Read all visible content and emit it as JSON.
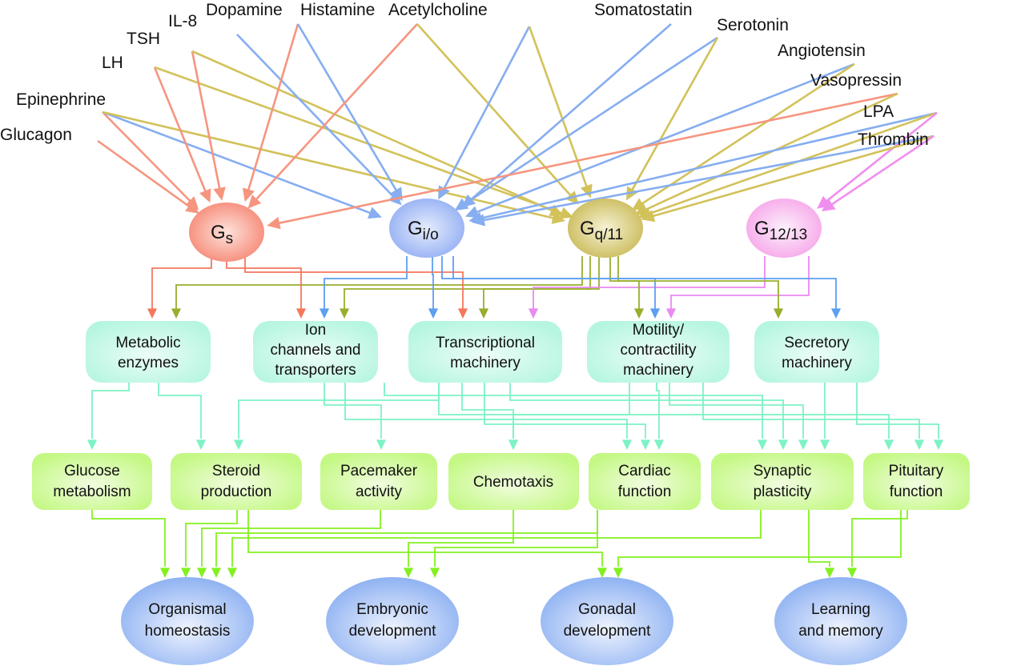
{
  "title": "G protein-coupled receptor signaling network",
  "colors": {
    "gs": "#f6957f",
    "gio": "#86aef0",
    "gq": "#d2c25a",
    "g1213": "#f08ef0",
    "gs_out": "#f4785c",
    "gio_out": "#5d9ff0",
    "gq_out": "#98ae2c",
    "g1213_out": "#e88af0",
    "effector_link": "#7df2c4",
    "process_link": "#84f020"
  },
  "ligands": [
    {
      "id": "glucagon",
      "label": "Glucagon",
      "targets": [
        "gs"
      ]
    },
    {
      "id": "epinephrine",
      "label": "Epinephrine",
      "targets": [
        "gs",
        "gio",
        "gq"
      ]
    },
    {
      "id": "lh",
      "label": "LH",
      "targets": [
        "gs",
        "gq"
      ]
    },
    {
      "id": "tsh",
      "label": "TSH",
      "targets": [
        "gs",
        "gq"
      ]
    },
    {
      "id": "il8",
      "label": "IL-8",
      "targets": [
        "gio"
      ]
    },
    {
      "id": "dopamine",
      "label": "Dopamine",
      "targets": [
        "gs",
        "gio"
      ]
    },
    {
      "id": "histamine",
      "label": "Histamine",
      "targets": [
        "gs",
        "gq"
      ]
    },
    {
      "id": "acetylcholine",
      "label": "Acetylcholine",
      "targets": [
        "gio",
        "gq"
      ]
    },
    {
      "id": "somatostatin",
      "label": "Somatostatin",
      "targets": [
        "gio"
      ]
    },
    {
      "id": "serotonin",
      "label": "Serotonin",
      "targets": [
        "gio",
        "gq"
      ]
    },
    {
      "id": "angiotensin",
      "label": "Angiotensin",
      "targets": [
        "gio",
        "gq"
      ]
    },
    {
      "id": "vasopressin",
      "label": "Vasopressin",
      "targets": [
        "gs",
        "gq"
      ]
    },
    {
      "id": "lpa",
      "label": "LPA",
      "targets": [
        "gio",
        "gq",
        "g1213"
      ]
    },
    {
      "id": "thrombin",
      "label": "Thrombin",
      "targets": [
        "gio",
        "gq",
        "g1213"
      ]
    }
  ],
  "g_proteins": [
    {
      "id": "gs",
      "main": "G",
      "sub": "s"
    },
    {
      "id": "gio",
      "main": "G",
      "sub": "i/o"
    },
    {
      "id": "gq",
      "main": "G",
      "sub": "q/11"
    },
    {
      "id": "g1213",
      "main": "G",
      "sub": "12/13"
    }
  ],
  "effectors": [
    {
      "id": "metabolic",
      "lines": [
        "Metabolic",
        "enzymes"
      ],
      "inputs": [
        "gs",
        "gq"
      ]
    },
    {
      "id": "ion",
      "lines": [
        "Ion",
        "channels and",
        "transporters"
      ],
      "inputs": [
        "gs",
        "gio",
        "gq"
      ]
    },
    {
      "id": "transcriptional",
      "lines": [
        "Transcriptional",
        "machinery"
      ],
      "inputs": [
        "gio",
        "gs",
        "gq",
        "g1213"
      ]
    },
    {
      "id": "motility",
      "lines": [
        "Motility/",
        "contractility",
        "machinery"
      ],
      "inputs": [
        "gq",
        "gio",
        "g1213"
      ]
    },
    {
      "id": "secretory",
      "lines": [
        "Secretory",
        "machinery"
      ],
      "inputs": [
        "gq",
        "gio"
      ]
    }
  ],
  "processes": [
    {
      "id": "glucose",
      "lines": [
        "Glucose",
        "metabolism"
      ],
      "inputs": [
        "metabolic"
      ]
    },
    {
      "id": "steroid",
      "lines": [
        "Steroid",
        "production"
      ],
      "inputs": [
        "metabolic",
        "transcriptional"
      ]
    },
    {
      "id": "pacemaker",
      "lines": [
        "Pacemaker",
        "activity"
      ],
      "inputs": [
        "ion"
      ]
    },
    {
      "id": "chemotaxis",
      "lines": [
        "Chemotaxis"
      ],
      "inputs": [
        "transcriptional",
        "motility"
      ]
    },
    {
      "id": "cardiac",
      "lines": [
        "Cardiac",
        "function"
      ],
      "inputs": [
        "ion",
        "transcriptional",
        "motility"
      ]
    },
    {
      "id": "synaptic",
      "lines": [
        "Synaptic",
        "plasticity"
      ],
      "inputs": [
        "ion",
        "transcriptional",
        "motility",
        "secretory"
      ]
    },
    {
      "id": "pituitary",
      "lines": [
        "Pituitary",
        "function"
      ],
      "inputs": [
        "transcriptional",
        "motility",
        "secretory"
      ]
    }
  ],
  "outcomes": [
    {
      "id": "homeostasis",
      "lines": [
        "Organismal",
        "homeostasis"
      ],
      "inputs": [
        "glucose",
        "steroid",
        "pacemaker",
        "cardiac",
        "synaptic"
      ]
    },
    {
      "id": "embryonic",
      "lines": [
        "Embryonic",
        "development"
      ],
      "inputs": [
        "chemotaxis",
        "cardiac"
      ]
    },
    {
      "id": "gonadal",
      "lines": [
        "Gonadal",
        "development"
      ],
      "inputs": [
        "steroid",
        "pituitary"
      ]
    },
    {
      "id": "learning",
      "lines": [
        "Learning",
        "and memory"
      ],
      "inputs": [
        "synaptic",
        "pituitary"
      ]
    }
  ]
}
